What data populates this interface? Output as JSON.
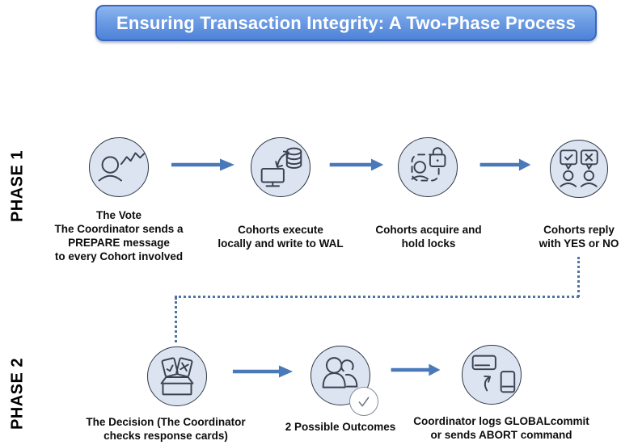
{
  "title": "Ensuring Transaction Integrity: A Two-Phase Process",
  "phases": [
    {
      "label": "PHASE 1",
      "steps": [
        {
          "icon": "coordinator-vote-icon",
          "caption_lines": [
            "The Vote",
            "The Coordinator sends a",
            "PREPARE message",
            "to every Cohort involved"
          ]
        },
        {
          "icon": "computer-wal-database-icon",
          "caption_lines": [
            "Cohorts execute",
            "locally and write to WAL"
          ]
        },
        {
          "icon": "acquire-locks-icon",
          "caption_lines": [
            "Cohorts acquire and",
            "hold locks"
          ]
        },
        {
          "icon": "yes-no-reply-bubbles-icon",
          "caption_lines": [
            "Cohorts reply",
            "with YES or NO"
          ]
        }
      ]
    },
    {
      "label": "PHASE 2",
      "steps": [
        {
          "icon": "decision-response-cards-icon",
          "caption_lines": [
            "The Decision (The Coordinator",
            "checks response cards)"
          ]
        },
        {
          "icon": "outcomes-people-group-icon",
          "caption_lines": [
            "2 Possible Outcomes"
          ]
        },
        {
          "icon": "commit-abort-devices-icon",
          "caption_lines": [
            "Coordinator logs GLOBALcommit",
            "or sends ABORT command"
          ]
        }
      ]
    }
  ],
  "colors": {
    "banner_top": "#8cb6ee",
    "banner_bottom": "#4e82d8",
    "banner_border": "#3767be",
    "banner_text": "#ffffff",
    "arrow": "#4a79ba",
    "dotted_connector": "#4f73a3",
    "circle_fill": "#dce4f2",
    "circle_border": "#303845",
    "icon_stroke": "#3a4252",
    "caption_text": "#0c0c0c"
  }
}
